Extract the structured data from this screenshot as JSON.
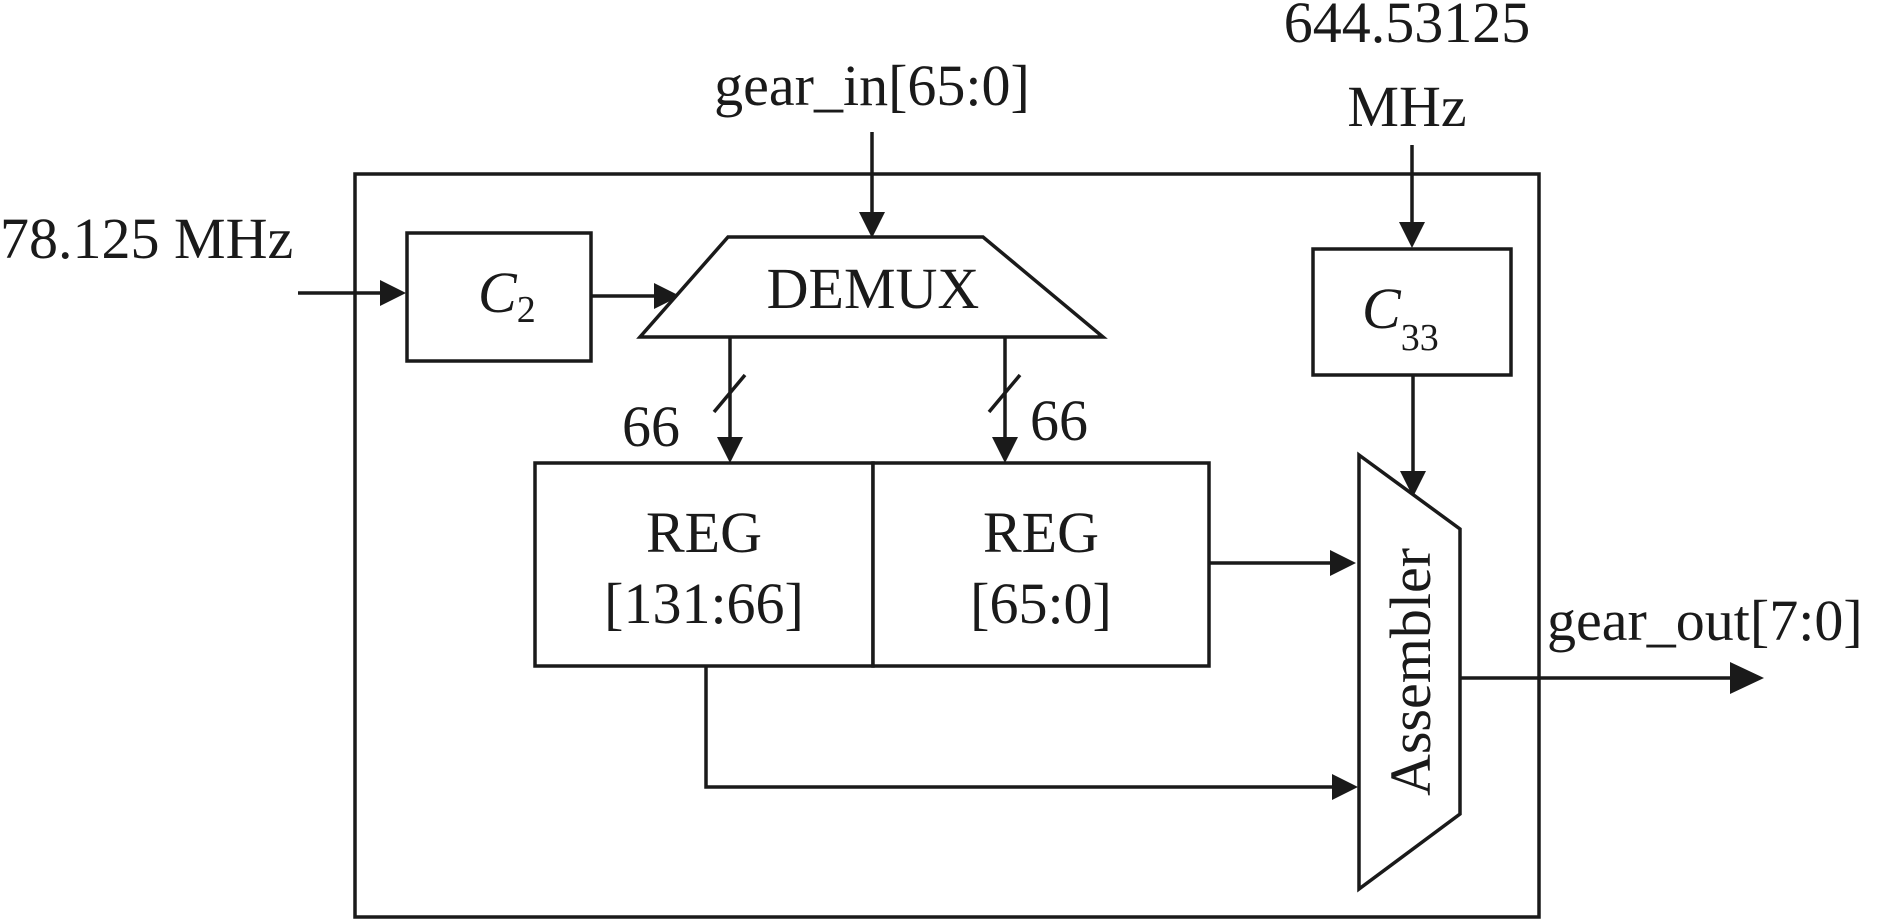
{
  "inputs": {
    "clock_in": "78.125 MHz",
    "data_in": "gear_in[65:0]",
    "clock_out_value": "644.53125",
    "clock_out_unit": "MHz"
  },
  "blocks": {
    "c2": {
      "base": "C",
      "sub": "2"
    },
    "c33": {
      "base": "C",
      "sub": "33"
    },
    "demux": "DEMUX",
    "reg_high": {
      "line1": "REG",
      "line2": "[131:66]"
    },
    "reg_low": {
      "line1": "REG",
      "line2": "[65:0]"
    },
    "assembler": "Assembler"
  },
  "buses": {
    "left_width": "66",
    "right_width": "66"
  },
  "outputs": {
    "data_out": "gear_out[7:0]"
  }
}
